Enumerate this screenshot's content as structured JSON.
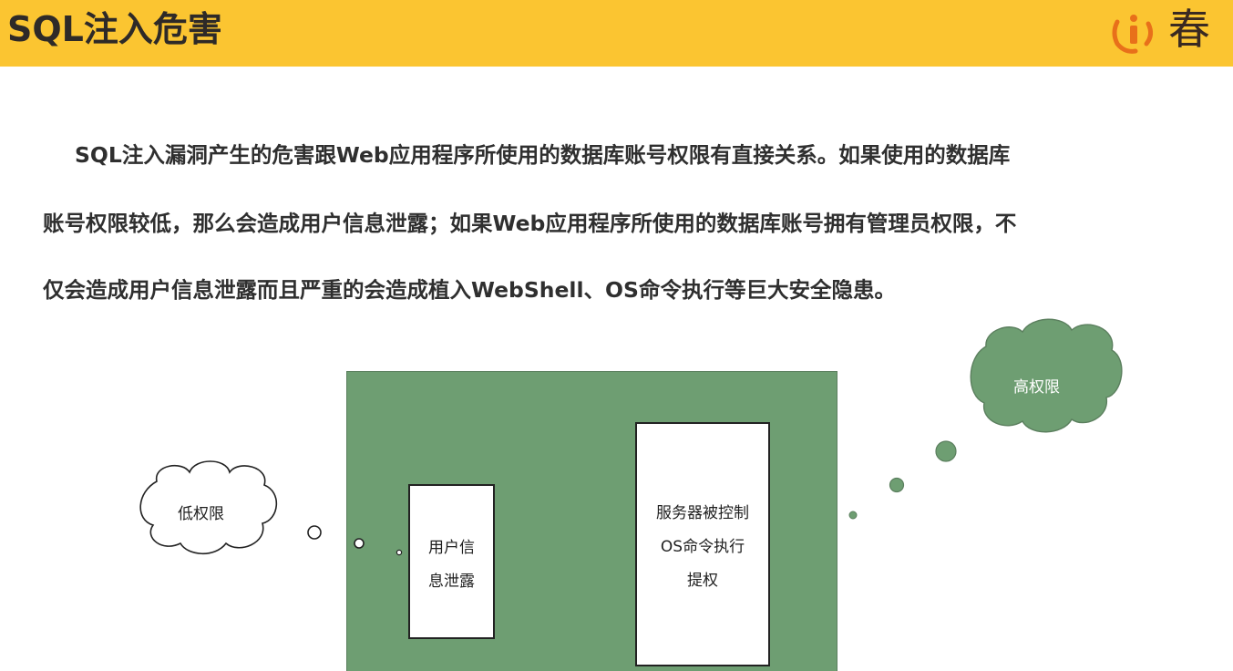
{
  "header": {
    "title": "SQL注入危害",
    "logo_text": "春",
    "brand_color": "#fbc531",
    "logo_icon": "brand-logo-icon"
  },
  "paragraph": {
    "lines": [
      "SQL注入漏洞产生的危害跟Web应用程序所使用的数据库账号权限有直接关系。如果使用的数据库",
      "账号权限较低，那么会造成用户信息泄露；如果Web应用程序所使用的数据库账号拥有管理员权限，不",
      "仅会造成用户信息泄露而且严重的会造成植入WebShell、OS命令执行等巨大安全隐患。"
    ]
  },
  "diagram": {
    "low_cloud": {
      "label": "低权限",
      "fill": "#ffffff"
    },
    "high_cloud": {
      "label": "高权限",
      "fill": "#6e9e72"
    },
    "container_fill": "#6e9e72",
    "user_info_box": {
      "lines": [
        "用户信",
        "息泄露"
      ]
    },
    "server_box": {
      "lines": [
        "服务器被控制",
        "OS命令执行",
        "提权"
      ]
    }
  }
}
